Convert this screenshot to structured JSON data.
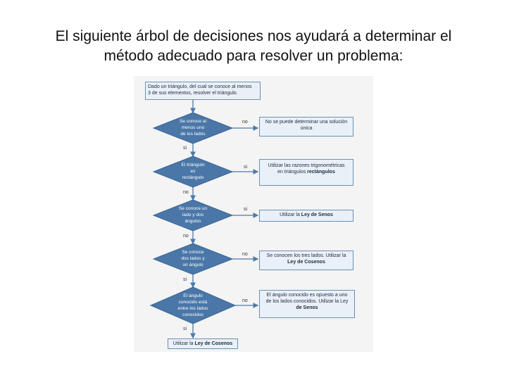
{
  "heading": {
    "line1": "El siguiente árbol de decisiones nos ayudará a determinar el",
    "line2": "método adecuado para resolver un problema:"
  },
  "flowchart": {
    "start": {
      "line1": "Dado un triángulo, del cual se conoce al menos",
      "line2": "3 de sus elementos, resolver el triángulo."
    },
    "decisions": [
      {
        "line1": "Se conoce al",
        "line2": "menos uno",
        "line3": "de los lados"
      },
      {
        "line1": "El triángulo",
        "line2": "es",
        "line3": "rectángulo"
      },
      {
        "line1": "Se conoce un",
        "line2": "lado y dos",
        "line3": "ángulos"
      },
      {
        "line1": "Se conoce",
        "line2": "dos lados y",
        "line3": "un ángulo"
      },
      {
        "line1": "El ángulo",
        "line2": "conocido está",
        "line3": "entre los lados",
        "line4": "conocidos"
      }
    ],
    "outcomes": [
      {
        "line1": "No se puede determinar una solución",
        "line2": "única"
      },
      {
        "line1": "Utilizar las razones trigonométricas",
        "line2a": "en triángulos ",
        "line2b": "rectángulos"
      },
      {
        "line1a": "Utilizar la ",
        "line1b": "Ley de Senos"
      },
      {
        "line1": "Se conocen los tres lados. Utilizar la",
        "line2": "Ley de Cosenos"
      },
      {
        "line1": "El ángulo conocido es opuesto a uno",
        "line2": "de los lados conocidos. Utilizar la Ley",
        "line3": "de Senos"
      }
    ],
    "final": {
      "a": "Utilizar la ",
      "b": "Ley de Cosenos"
    },
    "branch_right": [
      "no",
      "si",
      "si",
      "no",
      "no"
    ],
    "branch_down": [
      "si",
      "no",
      "no",
      "si",
      "si"
    ]
  }
}
